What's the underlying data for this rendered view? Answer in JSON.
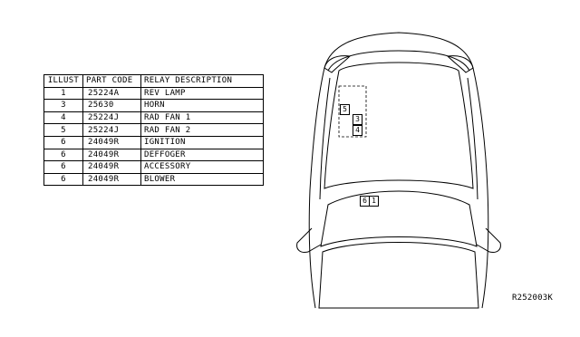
{
  "table": {
    "headers": {
      "illust": "ILLUST",
      "part_code": "PART CODE",
      "relay_description": "RELAY DESCRIPTION"
    },
    "rows": [
      {
        "illust": "1",
        "part_code": "25224A",
        "description": "REV LAMP"
      },
      {
        "illust": "3",
        "part_code": "25630",
        "description": "HORN"
      },
      {
        "illust": "4",
        "part_code": "25224J",
        "description": "RAD FAN 1"
      },
      {
        "illust": "5",
        "part_code": "25224J",
        "description": "RAD FAN 2"
      },
      {
        "illust": "6",
        "part_code": "24049R",
        "description": "IGNITION"
      },
      {
        "illust": "6",
        "part_code": "24049R",
        "description": "DEFFOGER"
      },
      {
        "illust": "6",
        "part_code": "24049R",
        "description": "ACCESSORY"
      },
      {
        "illust": "6",
        "part_code": "24049R",
        "description": "BLOWER"
      }
    ]
  },
  "diagram": {
    "callouts": {
      "engine_5": "5",
      "engine_3": "3",
      "engine_4": "4",
      "cabin_6": "6",
      "cabin_1": "1"
    },
    "reference_code": "R252003K"
  }
}
